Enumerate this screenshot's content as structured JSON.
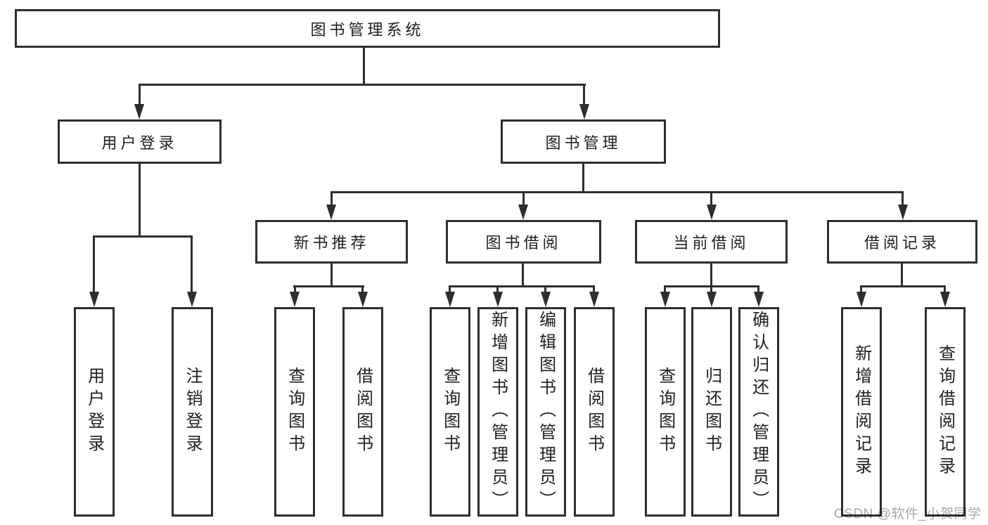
{
  "diagram": {
    "root": "图书管理系统",
    "branches": {
      "login": "用户登录",
      "management": "图书管理"
    },
    "modules": {
      "new_book": "新书推荐",
      "borrow": "图书借阅",
      "current": "当前借阅",
      "record": "借阅记录"
    },
    "leaves": {
      "login": [
        "用户登录",
        "注销登录"
      ],
      "new_book": [
        "查询图书",
        "借阅图书"
      ],
      "borrow": [
        "查询图书",
        "新增图书（管理员）",
        "编辑图书（管理员）",
        "借阅图书"
      ],
      "current": [
        "查询图书",
        "归还图书",
        "确认归还（管理员）"
      ],
      "record": [
        "新增借阅记录",
        "查询借阅记录"
      ]
    }
  },
  "watermark": "CSDN @软件_小贺同学",
  "colors": {
    "line": "#2e2e2e",
    "text": "#1f1f1f",
    "watermark": "#a9a9a9",
    "background": "#ffffff"
  }
}
